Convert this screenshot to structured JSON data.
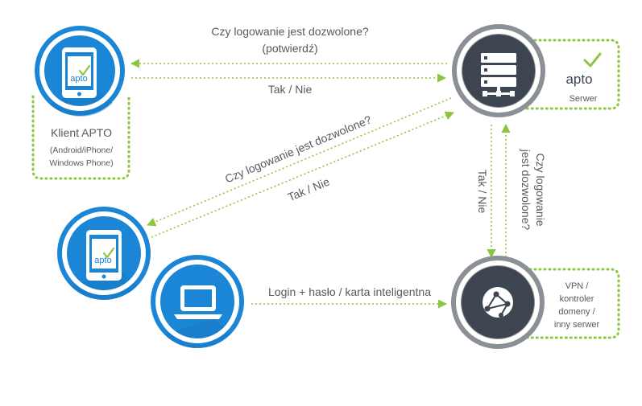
{
  "messages": {
    "top_question_line1": "Czy logowanie jest dozwolone?",
    "top_question_line2": "(potwierdź)",
    "top_answer": "Tak / Nie",
    "diag_question": "Czy logowanie jest dozwolone?",
    "diag_answer": "Tak / Nie",
    "vert_answer": "Tak / Nie",
    "vert_question_line1": "Czy logowanie",
    "vert_question_line2": "jest dozwolone?",
    "login": "Login + hasło / karta inteligentna"
  },
  "nodes": {
    "apto_client": {
      "title": "Klient APTO",
      "sub1": "(Android/iPhone/",
      "sub2": "Windows Phone)",
      "logo": "apto"
    },
    "apto_server": {
      "logo": "apto",
      "label": "Serwer"
    },
    "mobile_device": {
      "logo": "apto"
    },
    "vpn_server": {
      "line1": "VPN /",
      "line2": "kontroler",
      "line3": "domeny /",
      "line4": "inny serwer"
    }
  },
  "icons": {
    "client_phone": "phone-icon",
    "device_phone": "phone-icon",
    "laptop": "laptop-icon",
    "server": "server-icon",
    "globe": "globe-network-icon",
    "check": "checkmark-icon"
  },
  "colors": {
    "blue": "#1c86d6",
    "blue_light": "#1aa0ee",
    "dark": "#3c4550",
    "gray_ring": "#8a9096",
    "green": "#8cc63f",
    "text": "#555a60"
  }
}
